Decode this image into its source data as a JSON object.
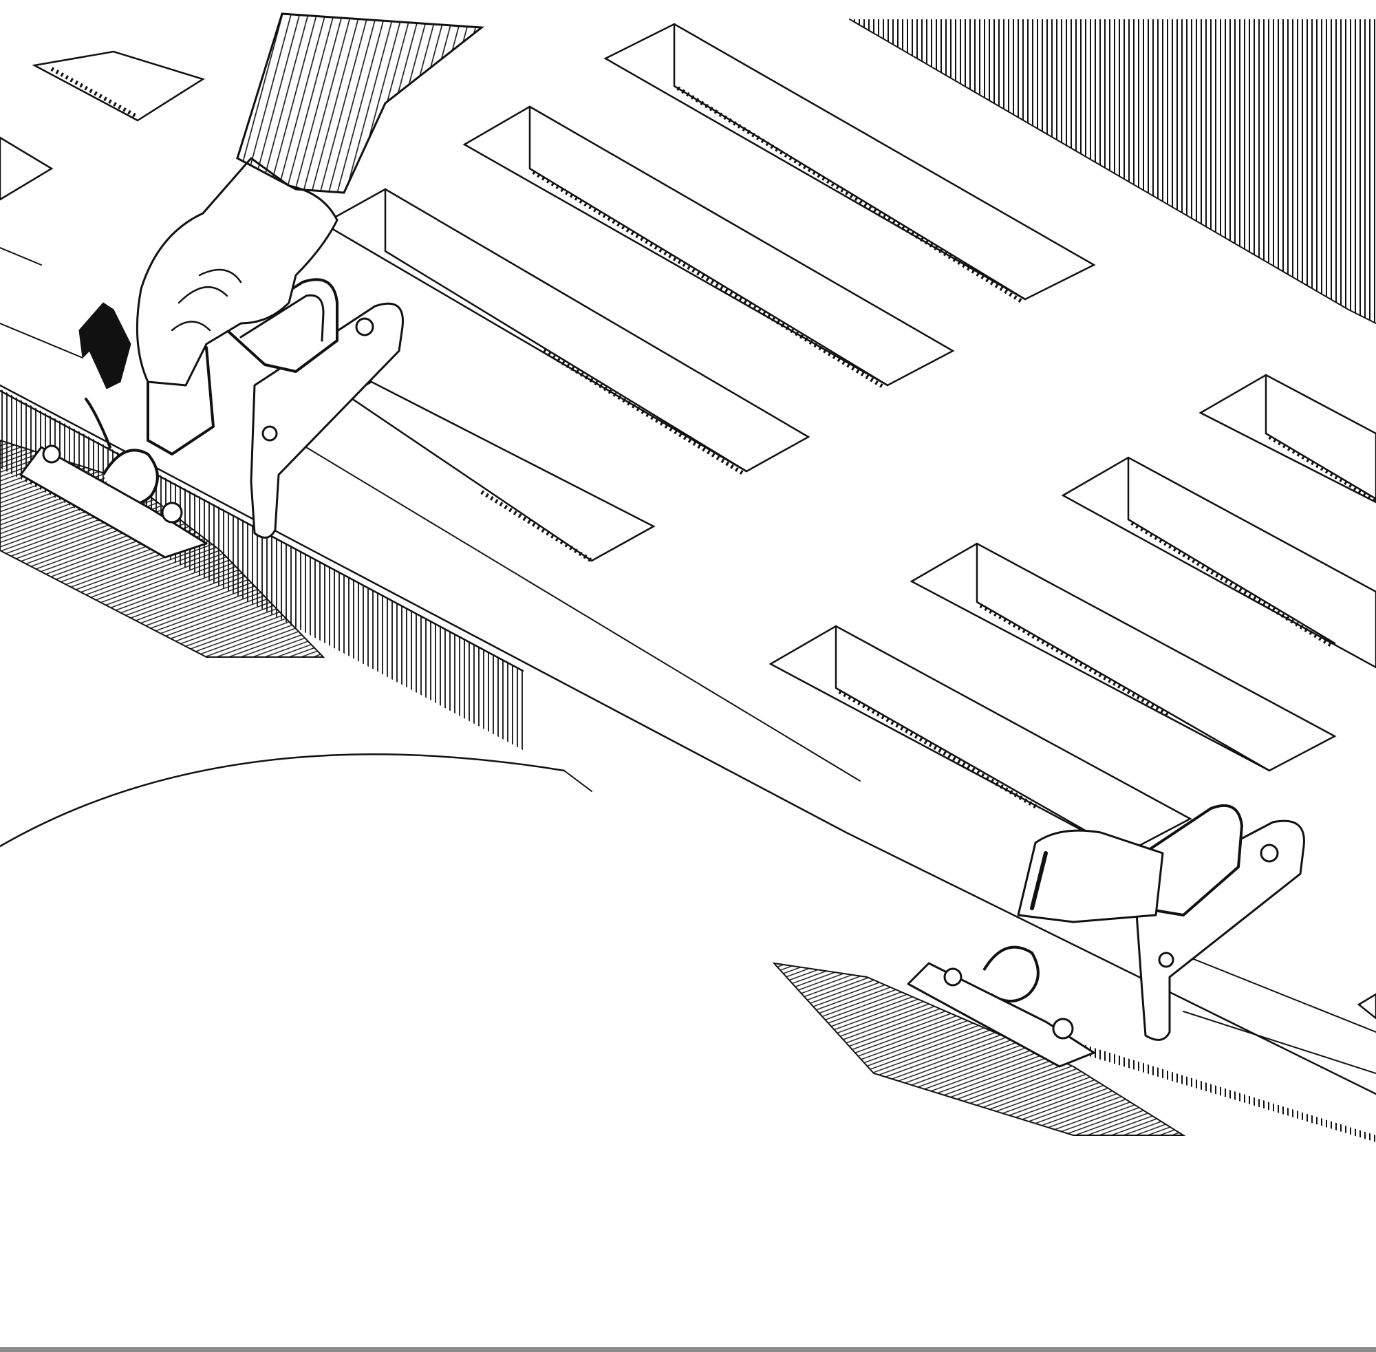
{
  "figure": {
    "subject": "ramp-fastening-latch-illustration",
    "ink_color": "#111111",
    "background_color": "#ffffff",
    "components": [
      {
        "name": "perforated-ramp-plate"
      },
      {
        "name": "hand-operating-latch"
      },
      {
        "name": "direction-arrow"
      },
      {
        "name": "upper-latch-assembly"
      },
      {
        "name": "lower-latch-assembly"
      },
      {
        "name": "wheel-arch"
      },
      {
        "name": "tailgate-edge"
      }
    ]
  }
}
